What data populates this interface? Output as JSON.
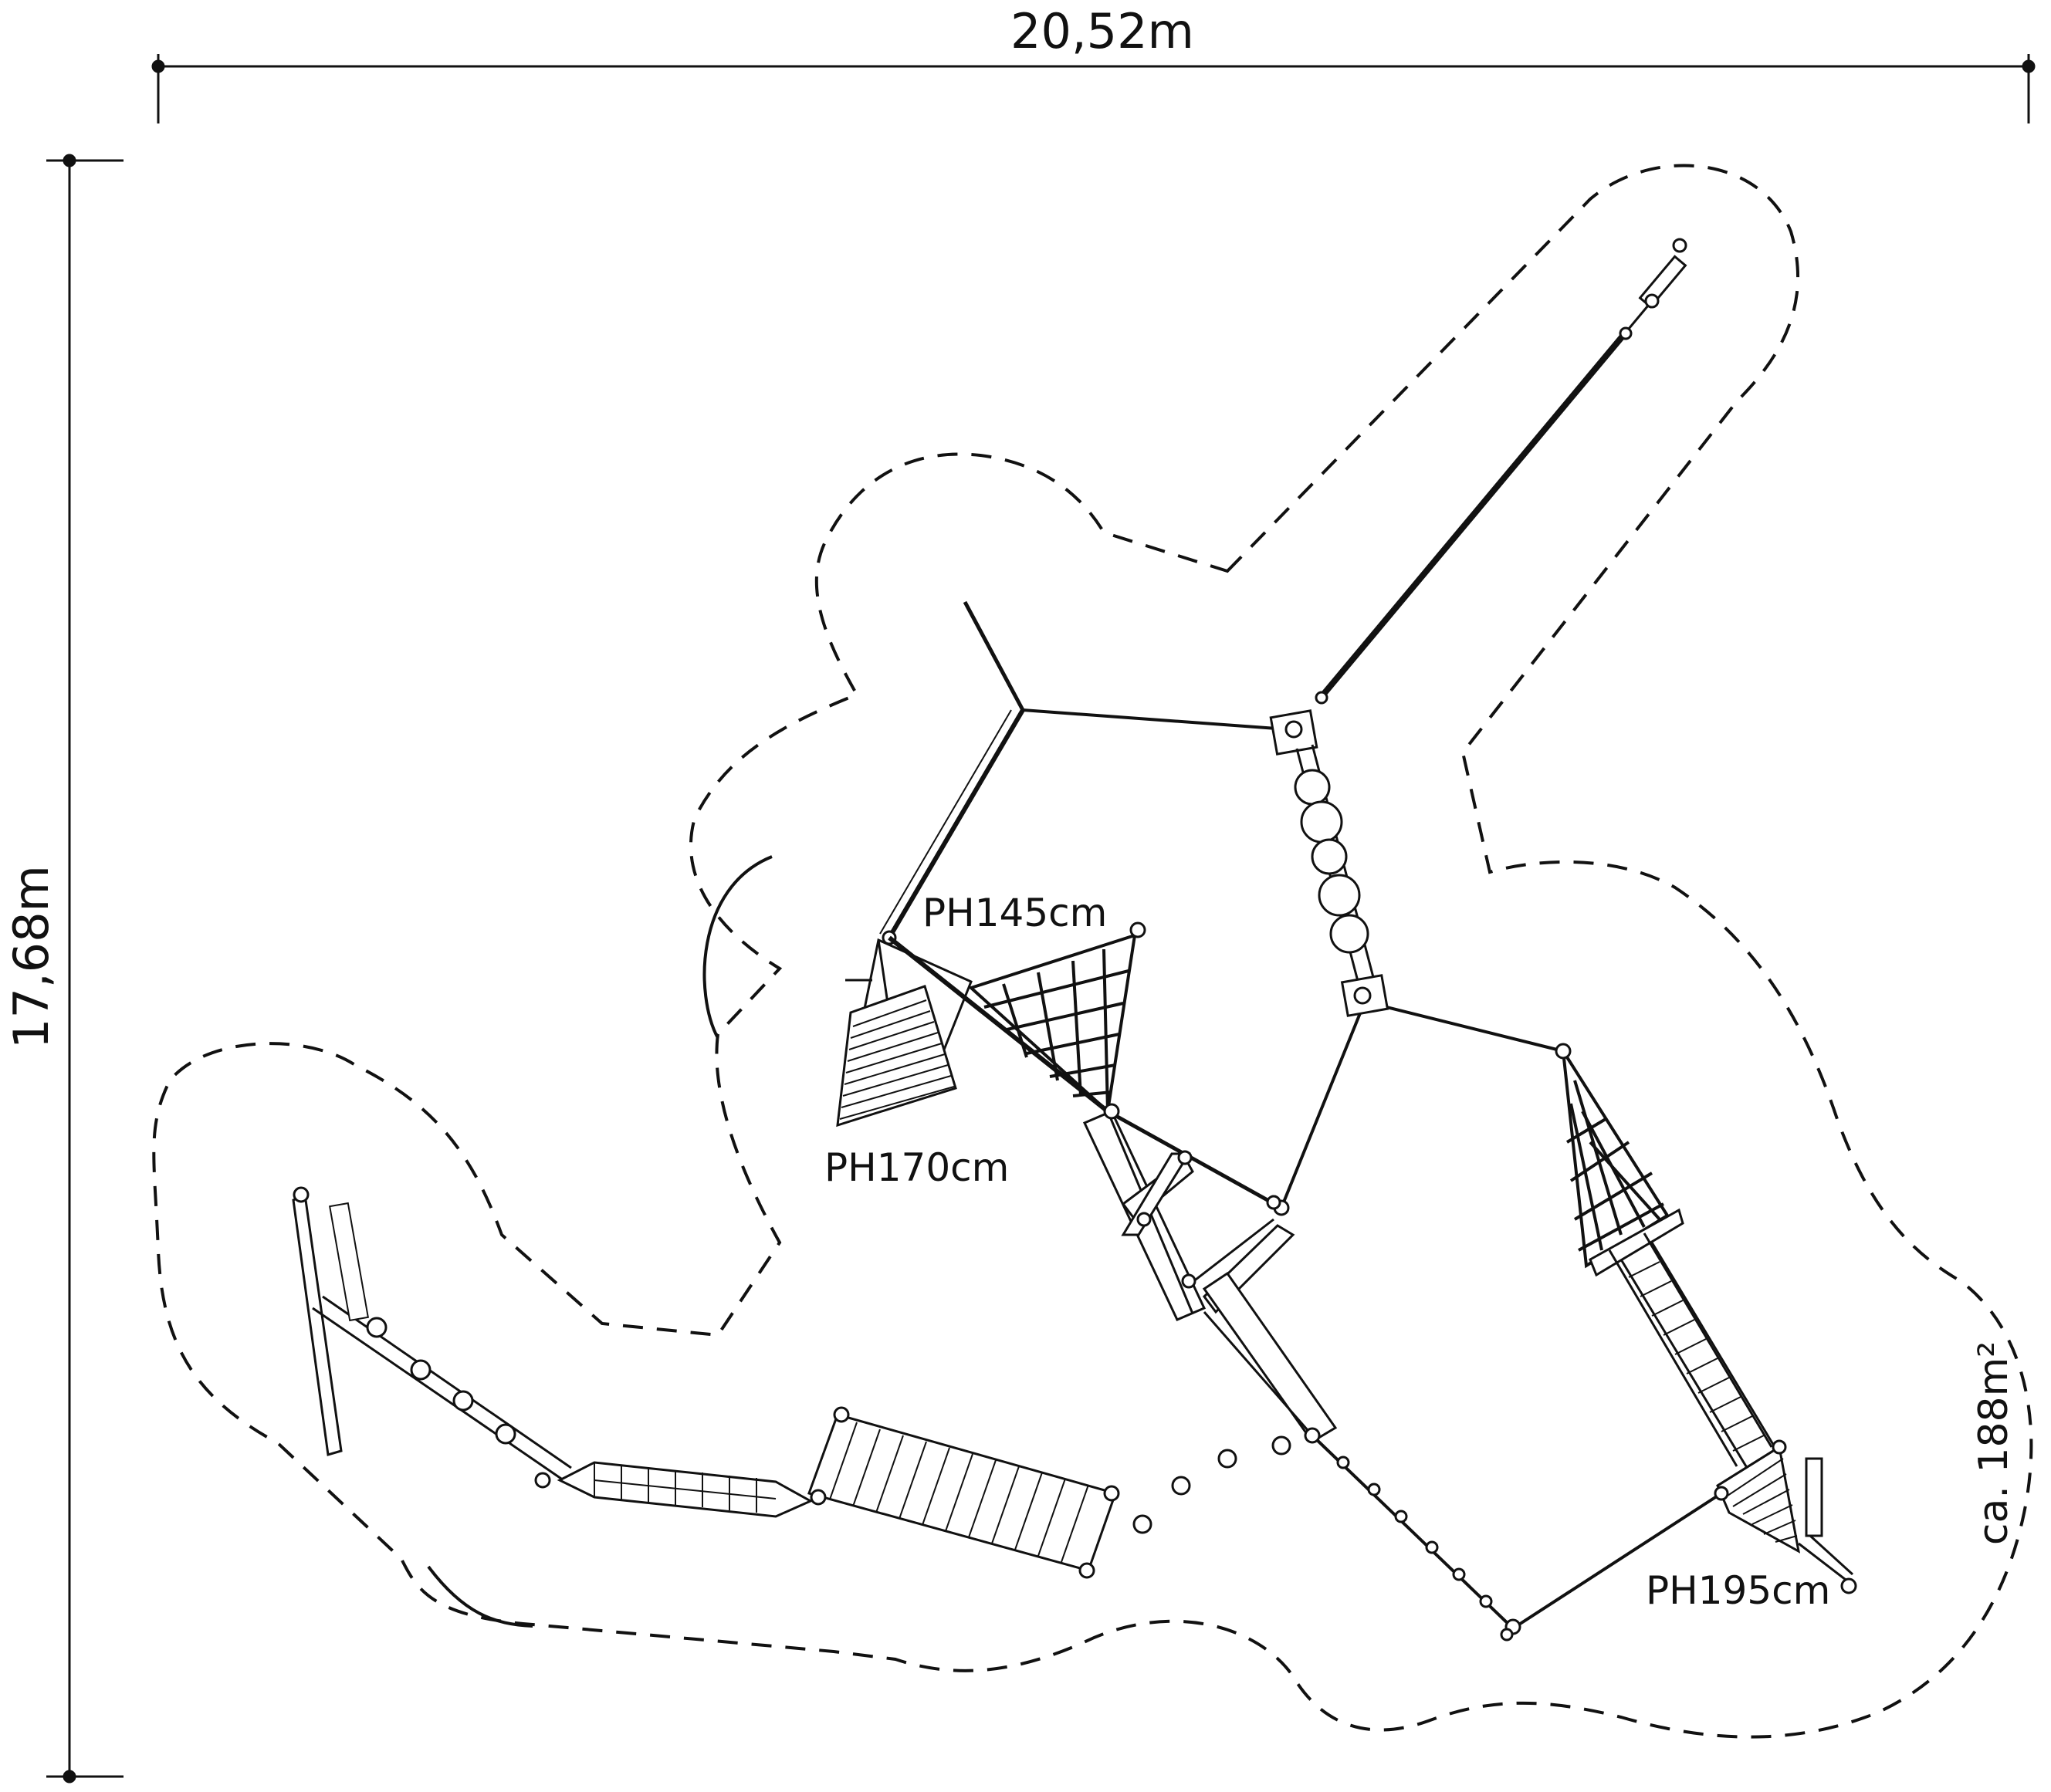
{
  "dimensions": {
    "width_label": "20,52m",
    "height_label": "17,68m"
  },
  "labels": {
    "ph145": "PH145cm",
    "ph170": "PH170cm",
    "ph195": "PH195cm",
    "area": "ca. 188m²"
  },
  "colors": {
    "ink": "#111111",
    "background": "#ffffff"
  }
}
